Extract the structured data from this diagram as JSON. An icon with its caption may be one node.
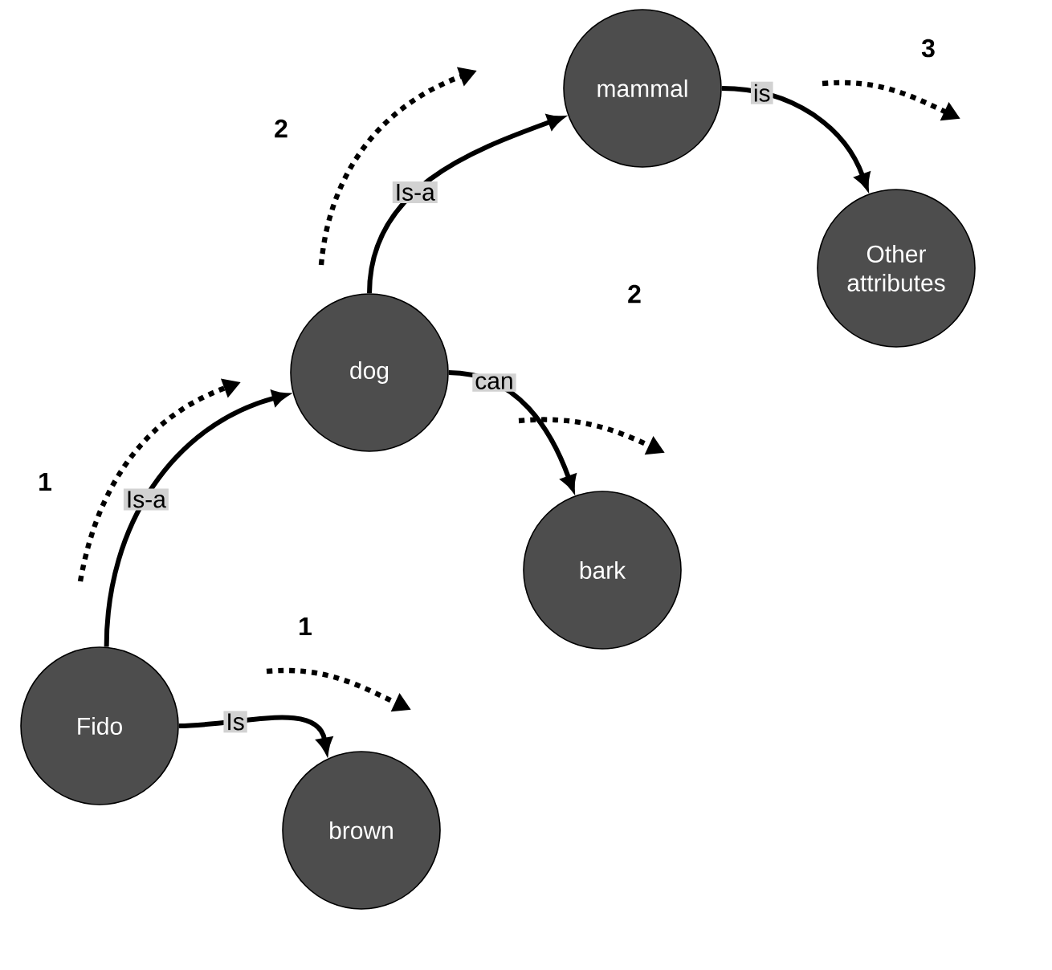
{
  "diagram": {
    "nodes": [
      {
        "text": [
          "mammal"
        ]
      },
      {
        "text": [
          "Other attributes"
        ]
      },
      {
        "text": [
          "dog"
        ]
      },
      {
        "text": [
          "bark"
        ]
      },
      {
        "text": [
          "Fido"
        ]
      },
      {
        "text": [
          "brown"
        ]
      }
    ],
    "edges": [
      {
        "from": 4,
        "to": 2,
        "arrow": "to",
        "label": "Is-a"
      },
      {
        "from": 4,
        "to": 5,
        "arrow": "to",
        "label": "Is"
      },
      {
        "from": 2,
        "to": 0,
        "arrow": "to",
        "label": "Is-a"
      },
      {
        "from": 2,
        "to": 3,
        "arrow": "to",
        "label": "can"
      },
      {
        "from": 0,
        "to": 1,
        "arrow": "to",
        "label": "is"
      }
    ],
    "labels": [
      "3",
      "2",
      "2",
      "1",
      "1"
    ]
  }
}
